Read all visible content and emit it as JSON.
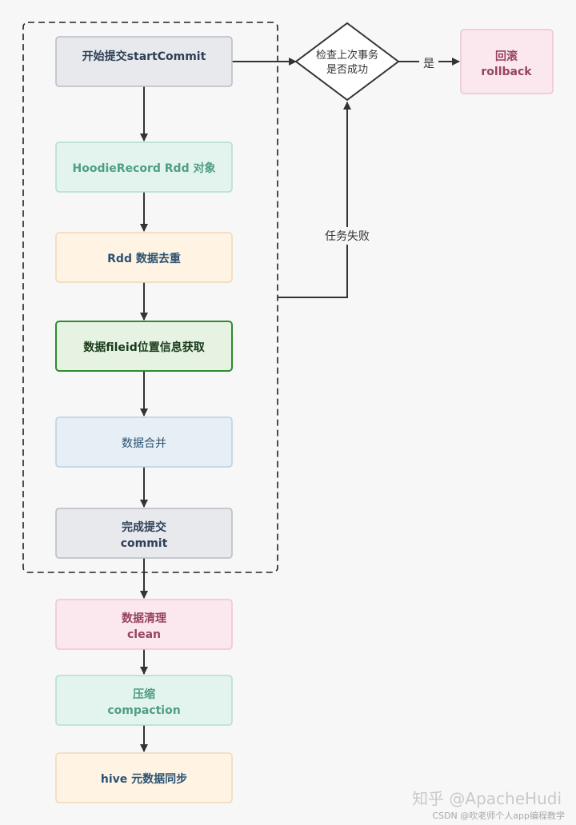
{
  "nodes": {
    "start_commit": {
      "label": "开始提交startCommit"
    },
    "hoodie_record": {
      "label": "HoodieRecord Rdd 对象"
    },
    "dedup": {
      "label": "Rdd 数据去重"
    },
    "fileid_location": {
      "label": "数据fileid位置信息获取"
    },
    "merge": {
      "label": "数据合并"
    },
    "commit": {
      "line1": "完成提交",
      "line2": "commit"
    },
    "clean": {
      "line1": "数据清理",
      "line2": "clean"
    },
    "compaction": {
      "line1": "压缩",
      "line2": "compaction"
    },
    "hive_sync": {
      "label": "hive 元数据同步"
    },
    "check": {
      "line1": "检查上次事务",
      "line2": "是否成功"
    },
    "rollback": {
      "line1": "回滚",
      "line2": "rollback"
    }
  },
  "edges": {
    "yes_label": "是",
    "task_failed_label": "任务失败"
  },
  "watermark": {
    "zhihu": "知乎 @ApacheHudi",
    "csdn": "CSDN @吹老师个人app编程教学"
  },
  "colors": {
    "grey_fill": "#e7e9ed",
    "grey_stroke": "#b8bcc4",
    "grey_text": "#2e3f57",
    "green_fill": "#e3f4ee",
    "green_stroke": "#b2ddd0",
    "green_text": "#4f9e86",
    "orange_fill": "#fff3e4",
    "orange_stroke": "#f1d9b5",
    "orange_text": "#2b5272",
    "bright_green_fill": "#e6f3e3",
    "bright_green_stroke": "#2e8b2e",
    "bright_green_text": "#1a3a1a",
    "blue_fill": "#e6eff6",
    "blue_stroke": "#bccfdf",
    "blue_text": "#2b5272",
    "pink_fill": "#fbe8ee",
    "pink_stroke": "#efc4d0",
    "pink_text": "#96445e"
  }
}
